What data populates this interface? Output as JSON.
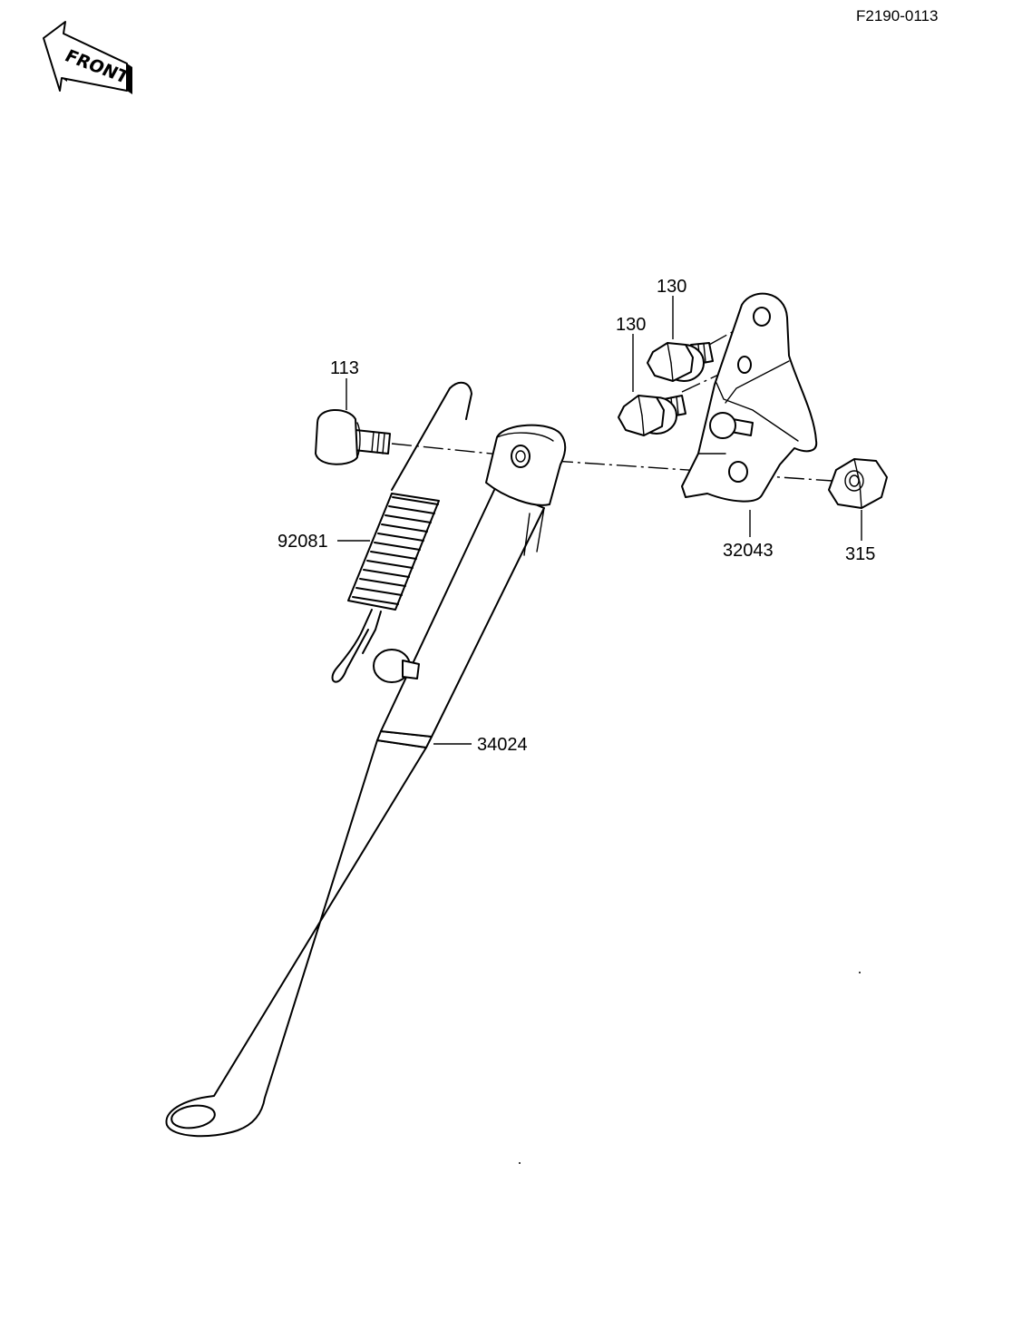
{
  "diagram_code": "F2190-0113",
  "front_arrow": {
    "label": "FRONT",
    "icon": "front-direction-arrow-icon"
  },
  "callouts": {
    "bolt_large": "113",
    "bolt_upper": "130",
    "bolt_lower": "130",
    "spring": "92081",
    "bracket": "32043",
    "nut": "315",
    "side_stand": "34024"
  },
  "colors": {
    "ink": "#000000",
    "paper": "#ffffff"
  }
}
